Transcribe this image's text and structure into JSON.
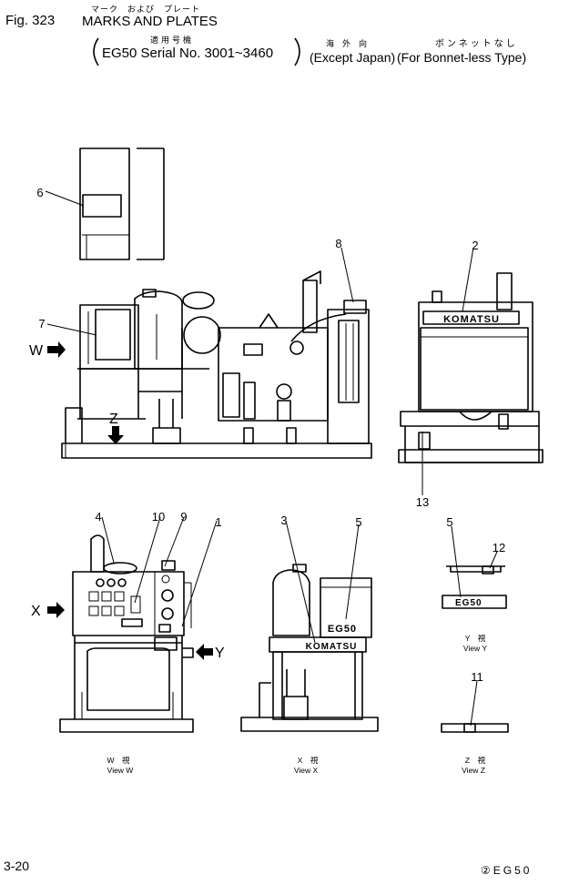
{
  "header": {
    "fig": "Fig. 323",
    "title_jp": "マーク　および　プレート",
    "title_en": "MARKS AND PLATES",
    "serial_jp": "適用号機",
    "serial": "EG50 Serial No. 3001~3460",
    "region_jp": "海　外　向",
    "region": "(Except Japan)",
    "type_jp": "ボンネットなし",
    "type": "(For Bonnet-less Type)"
  },
  "callouts": [
    "1",
    "2",
    "3",
    "4",
    "5",
    "5",
    "6",
    "7",
    "8",
    "9",
    "10",
    "11",
    "12",
    "13"
  ],
  "directions": {
    "w": "W",
    "x": "X",
    "y": "Y",
    "z": "Z"
  },
  "plates": {
    "komatsu_a": "KOMATSU",
    "komatsu_b": "KOMATSU",
    "model_a": "EG50",
    "model_b": "EG50"
  },
  "views": {
    "w_jp": "W　視",
    "w": "View W",
    "x_jp": "X　視",
    "x": "View X",
    "y_jp": "Y　視",
    "y": "View Y",
    "z_jp": "Z　視",
    "z": "View Z"
  },
  "footer": {
    "page": "3-20",
    "model": "②EG50"
  }
}
